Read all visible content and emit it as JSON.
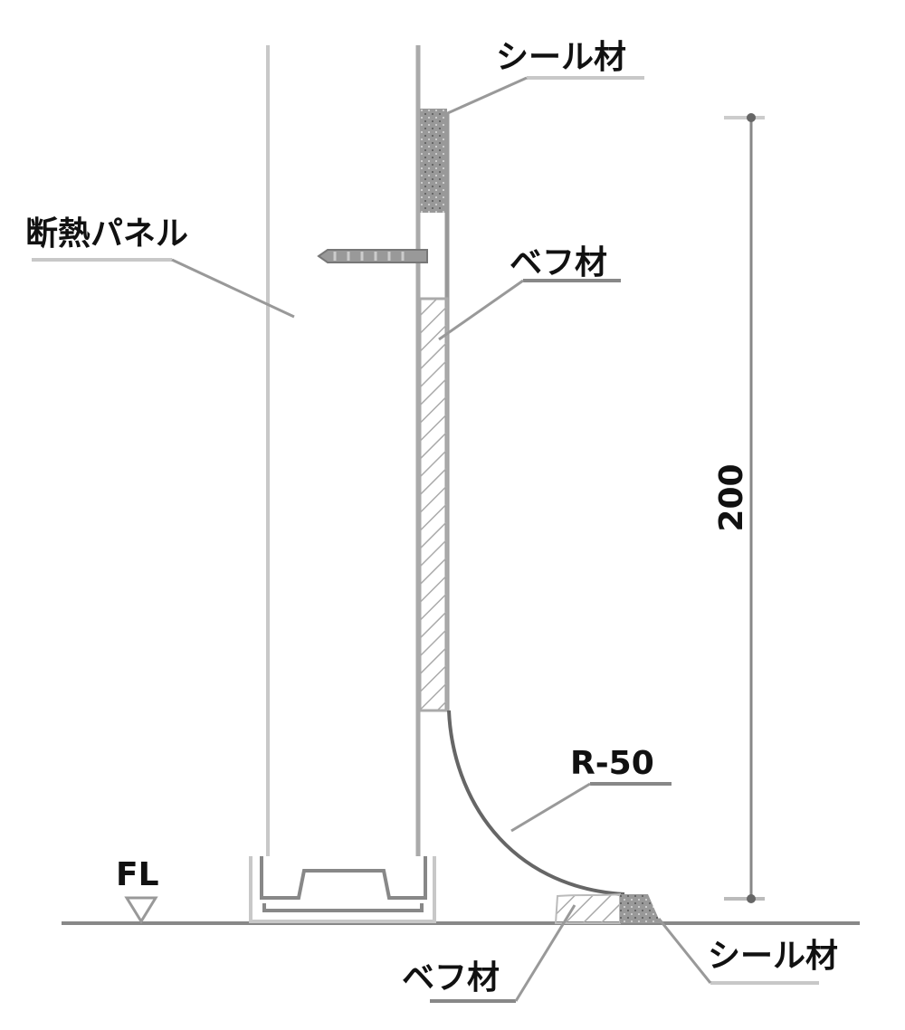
{
  "labels": {
    "seal_top": "シール材",
    "insulation_panel": "断熱パネル",
    "backer_top": "ベフ材",
    "radius": "R-50",
    "floor_level": "FL",
    "backer_bottom": "ベフ材",
    "seal_bottom": "シール材",
    "dimension": "200"
  }
}
